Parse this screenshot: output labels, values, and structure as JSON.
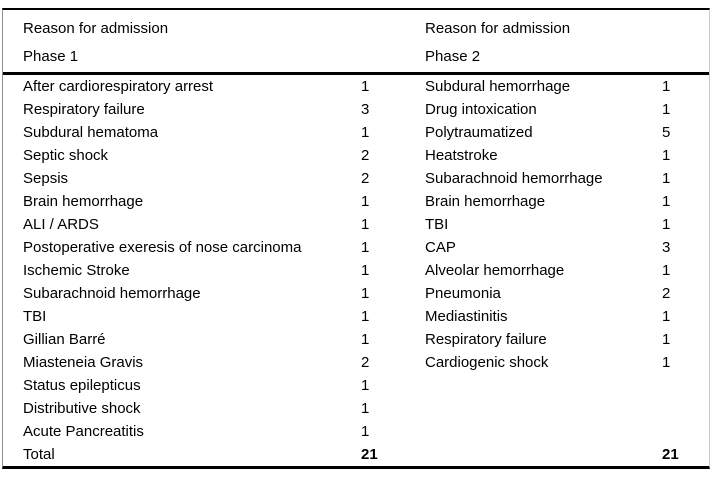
{
  "table": {
    "header": {
      "left": {
        "title": "Reason for admission",
        "subtitle": "Phase 1"
      },
      "right": {
        "title": "Reason for admission",
        "subtitle": "Phase 2"
      }
    },
    "phase1_rows": [
      {
        "reason": "After cardiorespiratory arrest",
        "count": "1"
      },
      {
        "reason": "Respiratory failure",
        "count": "3"
      },
      {
        "reason": "Subdural hematoma",
        "count": "1"
      },
      {
        "reason": "Septic shock",
        "count": "2"
      },
      {
        "reason": "Sepsis",
        "count": "2"
      },
      {
        "reason": "Brain hemorrhage",
        "count": "1"
      },
      {
        "reason": "ALI / ARDS",
        "count": "1"
      },
      {
        "reason": "Postoperative exeresis of nose carcinoma",
        "count": "1"
      },
      {
        "reason": "Ischemic Stroke",
        "count": "1"
      },
      {
        "reason": "Subarachnoid hemorrhage",
        "count": "1"
      },
      {
        "reason": "TBI",
        "count": "1"
      },
      {
        "reason": "Gillian Barré",
        "count": "1"
      },
      {
        "reason": "Miasteneia Gravis",
        "count": "2"
      },
      {
        "reason": "Status epilepticus",
        "count": "1"
      },
      {
        "reason": "Distributive shock",
        "count": "1"
      },
      {
        "reason": "Acute Pancreatitis",
        "count": "1"
      }
    ],
    "phase2_rows": [
      {
        "reason": "Subdural hemorrhage",
        "count": "1"
      },
      {
        "reason": "Drug intoxication",
        "count": "1"
      },
      {
        "reason": "Polytraumatized",
        "count": "5"
      },
      {
        "reason": "Heatstroke",
        "count": "1"
      },
      {
        "reason": "Subarachnoid hemorrhage",
        "count": "1"
      },
      {
        "reason": "Brain hemorrhage",
        "count": "1"
      },
      {
        "reason": "TBI",
        "count": "1"
      },
      {
        "reason": "CAP",
        "count": "3"
      },
      {
        "reason": "Alveolar hemorrhage",
        "count": "1"
      },
      {
        "reason": "Pneumonia",
        "count": "2"
      },
      {
        "reason": "Mediastinitis",
        "count": "1"
      },
      {
        "reason": "Respiratory failure",
        "count": "1"
      },
      {
        "reason": "Cardiogenic shock",
        "count": "1"
      }
    ],
    "total": {
      "label": "Total",
      "phase1_count": "21",
      "phase2_count": "21"
    }
  },
  "colors": {
    "background": "#ffffff",
    "text": "#000000",
    "rule_heavy": "#000000",
    "frame_side_left": "#8f8f8f",
    "frame_side_right": "#c9c9c9"
  }
}
